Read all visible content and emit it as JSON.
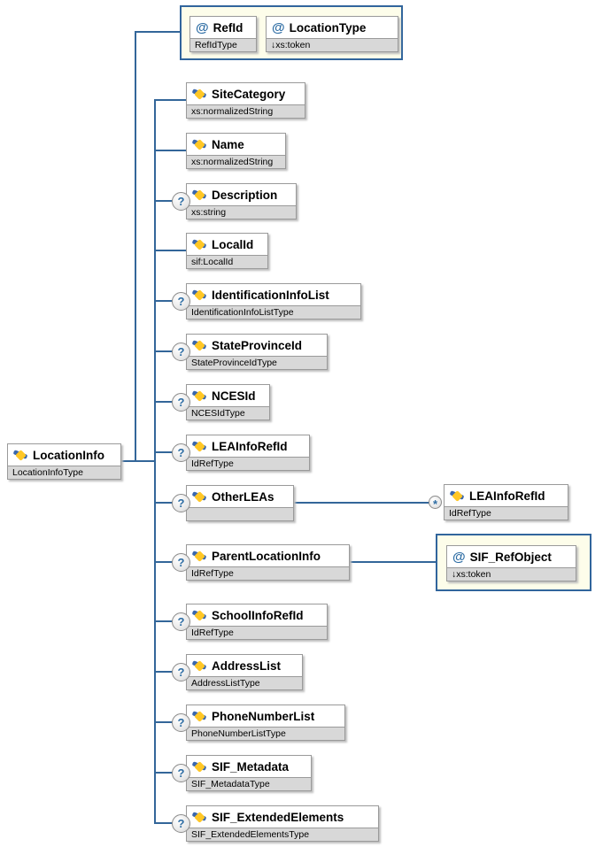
{
  "diagram": {
    "icons": {
      "attribute_glyph": "@"
    },
    "badges": {
      "optional": "?",
      "repeating": "*"
    },
    "colors": {
      "connector": "#336699",
      "group_border": "#31659c",
      "group_fill": "#fdfdea",
      "type_strip": "#d8d8d8",
      "badge_glyph": "#2e6da4",
      "icon_yellow": "#ffc726",
      "icon_blue": "#3a67ad"
    },
    "root": {
      "name": "LocationInfo",
      "type": "LocationInfoType"
    },
    "attribute_group": {
      "attributes": [
        {
          "name": "RefId",
          "type": "RefIdType"
        },
        {
          "name": "LocationType",
          "type": "↓xs:token"
        }
      ]
    },
    "children": [
      {
        "name": "SiteCategory",
        "type": "xs:normalizedString",
        "occurrence": "required"
      },
      {
        "name": "Name",
        "type": "xs:normalizedString",
        "occurrence": "required"
      },
      {
        "name": "Description",
        "type": "xs:string",
        "occurrence": "optional"
      },
      {
        "name": "LocalId",
        "type": "sif:LocalId",
        "occurrence": "required"
      },
      {
        "name": "IdentificationInfoList",
        "type": "IdentificationInfoListType",
        "occurrence": "optional"
      },
      {
        "name": "StateProvinceId",
        "type": "StateProvinceIdType",
        "occurrence": "optional"
      },
      {
        "name": "NCESId",
        "type": "NCESIdType",
        "occurrence": "optional"
      },
      {
        "name": "LEAInfoRefId",
        "type": "IdRefType",
        "occurrence": "optional"
      },
      {
        "name": "OtherLEAs",
        "type": "",
        "occurrence": "optional"
      },
      {
        "name": "ParentLocationInfo",
        "type": "IdRefType",
        "occurrence": "optional"
      },
      {
        "name": "SchoolInfoRefId",
        "type": "IdRefType",
        "occurrence": "optional"
      },
      {
        "name": "AddressList",
        "type": "AddressListType",
        "occurrence": "optional"
      },
      {
        "name": "PhoneNumberList",
        "type": "PhoneNumberListType",
        "occurrence": "optional"
      },
      {
        "name": "SIF_Metadata",
        "type": "SIF_MetadataType",
        "occurrence": "optional"
      },
      {
        "name": "SIF_ExtendedElements",
        "type": "SIF_ExtendedElementsType",
        "occurrence": "optional"
      }
    ],
    "other_leas_child": {
      "name": "LEAInfoRefId",
      "type": "IdRefType",
      "occurrence": "repeating"
    },
    "parent_attr_group": {
      "attributes": [
        {
          "name": "SIF_RefObject",
          "type": "↓xs:token"
        }
      ]
    }
  }
}
